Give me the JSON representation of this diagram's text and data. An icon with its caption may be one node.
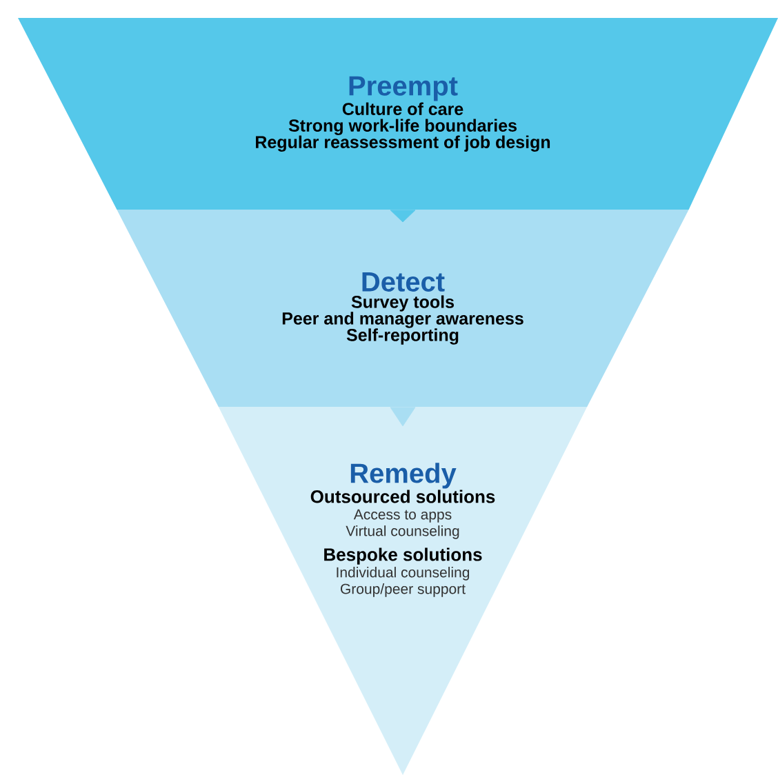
{
  "diagram": {
    "nodes": [
      {
        "text": [
          "Preempt",
          "Culture of care",
          "Strong work-life boundaries",
          "Regular reassessment of job design"
        ]
      },
      {
        "text": [
          "Detect",
          "Survey tools",
          "Peer and manager awareness",
          "Self-reporting"
        ]
      },
      {
        "text": [
          "Remedy",
          "Outsourced solutions",
          "Access to apps",
          "Virtual counseling",
          "Bespoke solutions",
          "Individual counseling",
          "Group/peer support"
        ]
      }
    ],
    "edges": [
      {
        "from": 0,
        "to": 1,
        "arrow": "to"
      },
      {
        "from": 1,
        "to": 2,
        "arrow": "to"
      }
    ]
  }
}
